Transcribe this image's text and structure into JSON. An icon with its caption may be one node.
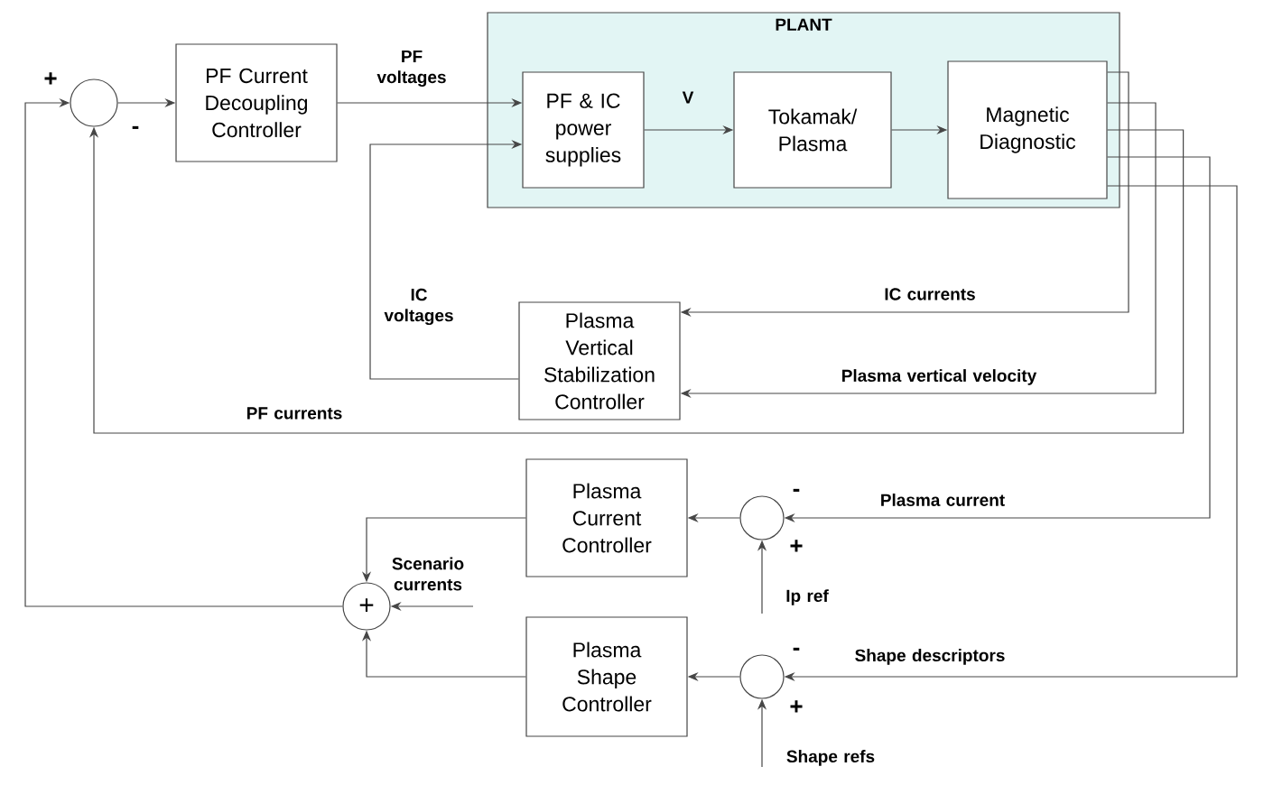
{
  "diagram": {
    "nodes": [
      {
        "text": [],
        "shape": "circle"
      },
      {
        "text": [
          "PF Current Decoupling Controller"
        ]
      },
      {
        "text": [
          "PLANT"
        ]
      },
      {
        "text": [
          "PF & IC power supplies"
        ],
        "in": 2
      },
      {
        "text": [
          "Tokamak/ Plasma"
        ],
        "in": 2
      },
      {
        "text": [
          "Magnetic Diagnostic"
        ],
        "in": 2
      },
      {
        "text": [
          "Plasma Vertical Stabilization Controller"
        ]
      },
      {
        "text": [
          "Plasma Current Controller"
        ]
      },
      {
        "text": [
          "+"
        ]
      },
      {
        "text": [],
        "shape": "circle"
      },
      {
        "text": [
          "Plasma Shape Controller"
        ]
      },
      {
        "text": [],
        "shape": "circle"
      }
    ],
    "edges": [
      {
        "from": 0,
        "to": 1,
        "arrow": "to"
      },
      {
        "from": 1,
        "to": 3,
        "arrow": "to",
        "label": "PF voltages"
      },
      {
        "from": 6,
        "to": 3,
        "arrow": "to",
        "label": "IC voltages"
      },
      {
        "from": 3,
        "to": 4,
        "arrow": "to",
        "label": "V"
      },
      {
        "from": 4,
        "to": 5,
        "arrow": "to"
      },
      {
        "from": 5,
        "to": 6,
        "arrow": "to",
        "label": "IC currents"
      },
      {
        "from": 5,
        "to": 6,
        "arrow": "to",
        "label": "Plasma vertical velocity"
      },
      {
        "from": 5,
        "to": 0,
        "arrow": "to",
        "label": "PF currents"
      },
      {
        "from": 5,
        "to": 9,
        "arrow": "to",
        "label": "Plasma current"
      },
      {
        "from": 5,
        "to": 11,
        "arrow": "to",
        "label": "Shape descriptors"
      },
      {
        "from": 9,
        "to": 7,
        "arrow": "to"
      },
      {
        "from": 11,
        "to": 10,
        "arrow": "to"
      },
      {
        "from": null,
        "to": 9,
        "arrow": "to",
        "label": "Ip ref"
      },
      {
        "from": null,
        "to": 11,
        "arrow": "to",
        "label": "Shape refs"
      },
      {
        "from": 7,
        "to": 8,
        "arrow": "to"
      },
      {
        "from": 10,
        "to": 8,
        "arrow": "to"
      },
      {
        "from": null,
        "to": 8,
        "arrow": "to",
        "label": "Scenario currents"
      },
      {
        "from": 8,
        "to": 0,
        "arrow": "to"
      }
    ],
    "labels": [
      "+",
      "-",
      "-",
      "+",
      "-",
      "+"
    ]
  }
}
